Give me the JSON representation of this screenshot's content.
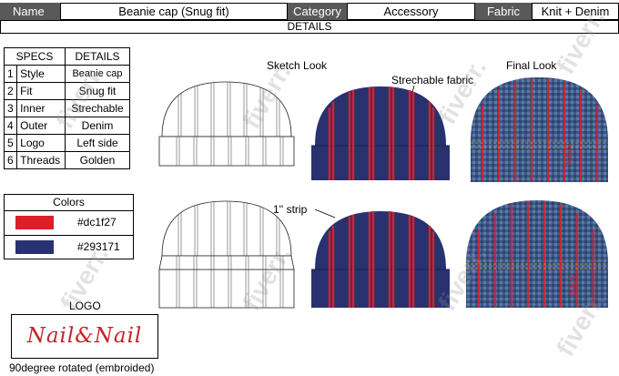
{
  "header": {
    "name_label": "Name",
    "name_value": "Beanie cap (Snug fit)",
    "category_label": "Category",
    "category_value": "Accessory",
    "fabric_label": "Fabric",
    "fabric_value": "Knit + Denim",
    "details_bar": "DETAILS"
  },
  "specs": {
    "col_specs": "SPECS",
    "col_details": "DETAILS",
    "rows": [
      {
        "num": "1",
        "spec": "Style",
        "detail": "Beanie cap"
      },
      {
        "num": "2",
        "spec": "Fit",
        "detail": "Snug fit"
      },
      {
        "num": "3",
        "spec": "Inner",
        "detail": "Strechable"
      },
      {
        "num": "4",
        "spec": "Outer",
        "detail": "Denim"
      },
      {
        "num": "5",
        "spec": "Logo",
        "detail": "Left side"
      },
      {
        "num": "6",
        "spec": "Threads",
        "detail": "Golden"
      }
    ]
  },
  "colors": {
    "title": "Colors",
    "swatches": [
      {
        "hex_label": "#dc1f27",
        "color": "#dc1f27"
      },
      {
        "hex_label": "#293171",
        "color": "#293171"
      }
    ]
  },
  "logo": {
    "title": "LOGO",
    "script_text": "Nail&Nail",
    "caption": "90degree rotated (embroided)"
  },
  "labels": {
    "sketch_look": "Sketch Look",
    "final_look": "Final Look",
    "strechable": "Strechable fabric",
    "strip": "1'' strip"
  },
  "watermark": "fiverr."
}
